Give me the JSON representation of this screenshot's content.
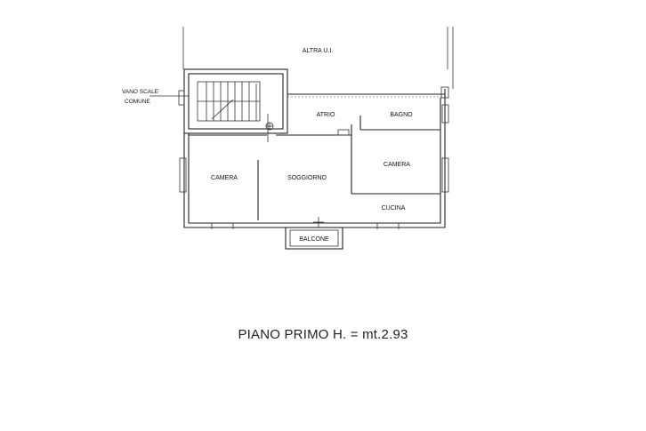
{
  "labels": {
    "altra": "ALTRA U.I.",
    "vano_scale_1": "VANO SCALE",
    "vano_scale_2": "COMUNE",
    "atrio": "ATRIO",
    "bagno": "BAGNO",
    "camera_left": "CAMERA",
    "soggiorno": "SOGGIORNO",
    "camera_right": "CAMERA",
    "cucina": "CUCINA",
    "balcone": "BALCONE"
  },
  "caption": "PIANO PRIMO H. = mt.2.93"
}
